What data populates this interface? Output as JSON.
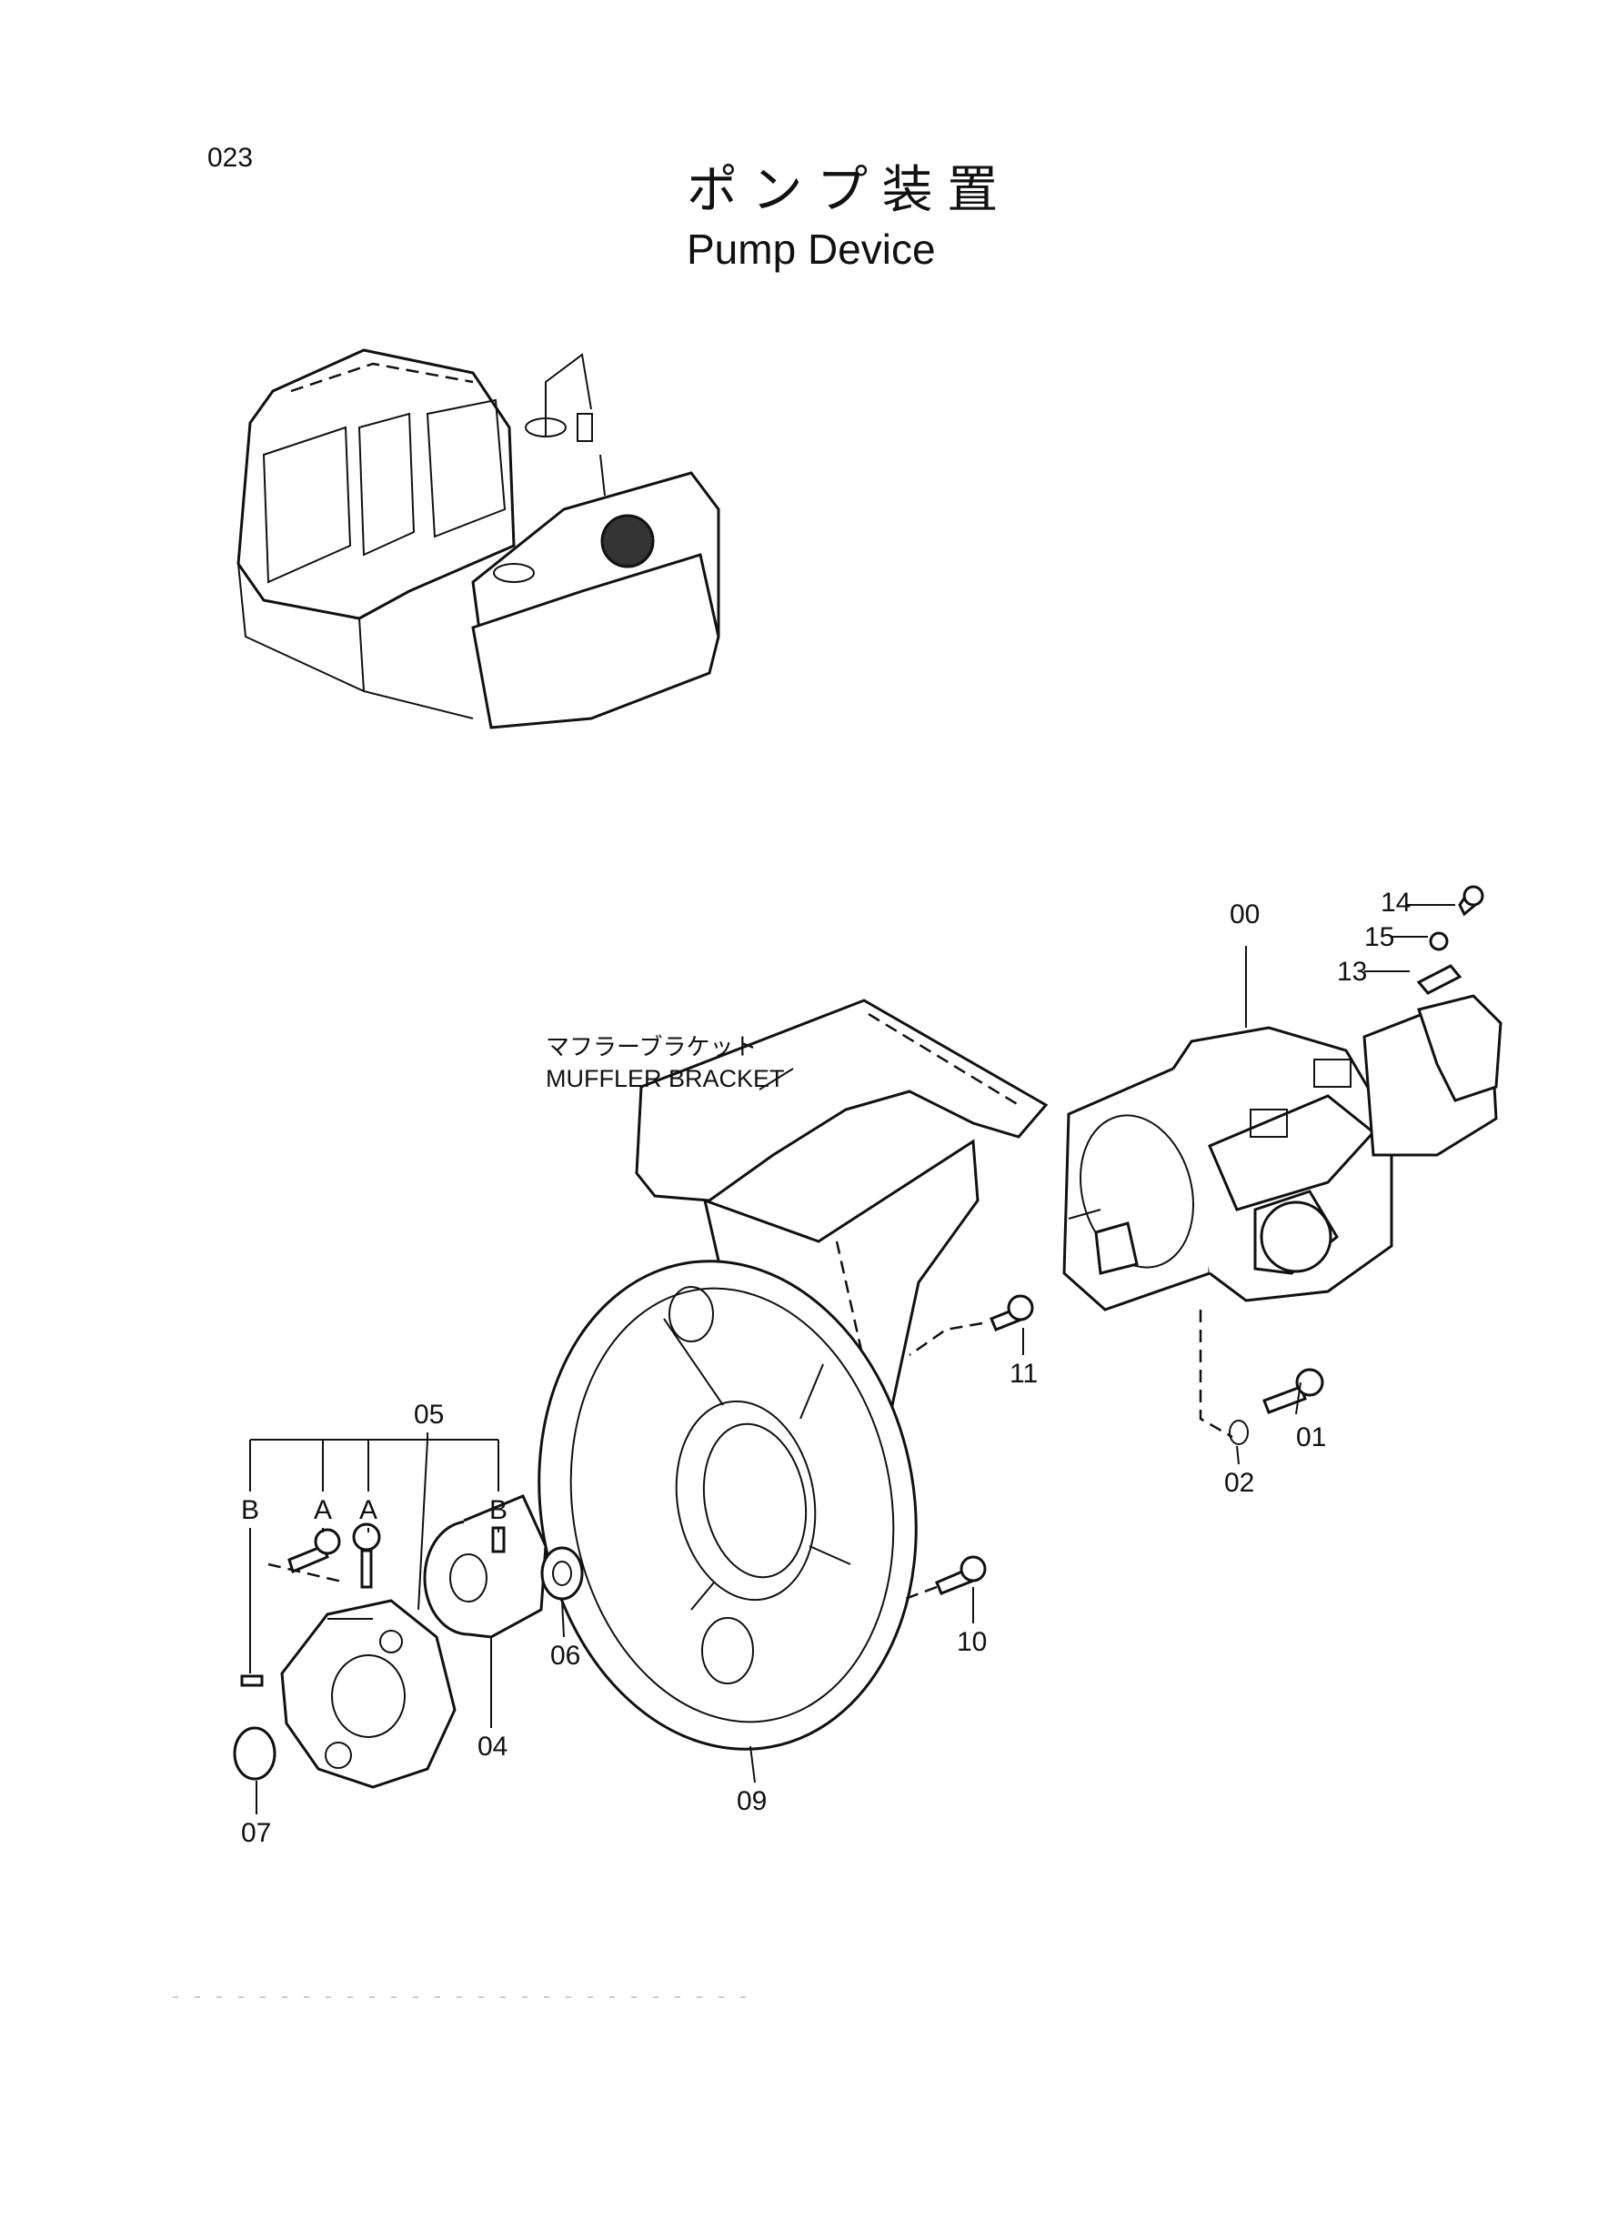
{
  "page": {
    "number": "023",
    "title_jp": "ポ ン プ 装 置",
    "title_en": "Pump Device"
  },
  "callouts": {
    "bracket_jp": "マフラーブラケット",
    "bracket_en": "MUFFLER BRACKET"
  },
  "parts": {
    "p00": "00",
    "p01": "01",
    "p02": "02",
    "p04": "04",
    "p05": "05",
    "p06": "06",
    "p07": "07",
    "p09": "09",
    "p10": "10",
    "p11": "11",
    "p13": "13",
    "p14": "14",
    "p15": "15"
  },
  "groups": {
    "a1": "A",
    "a2": "A",
    "b1": "B",
    "b2": "B"
  }
}
